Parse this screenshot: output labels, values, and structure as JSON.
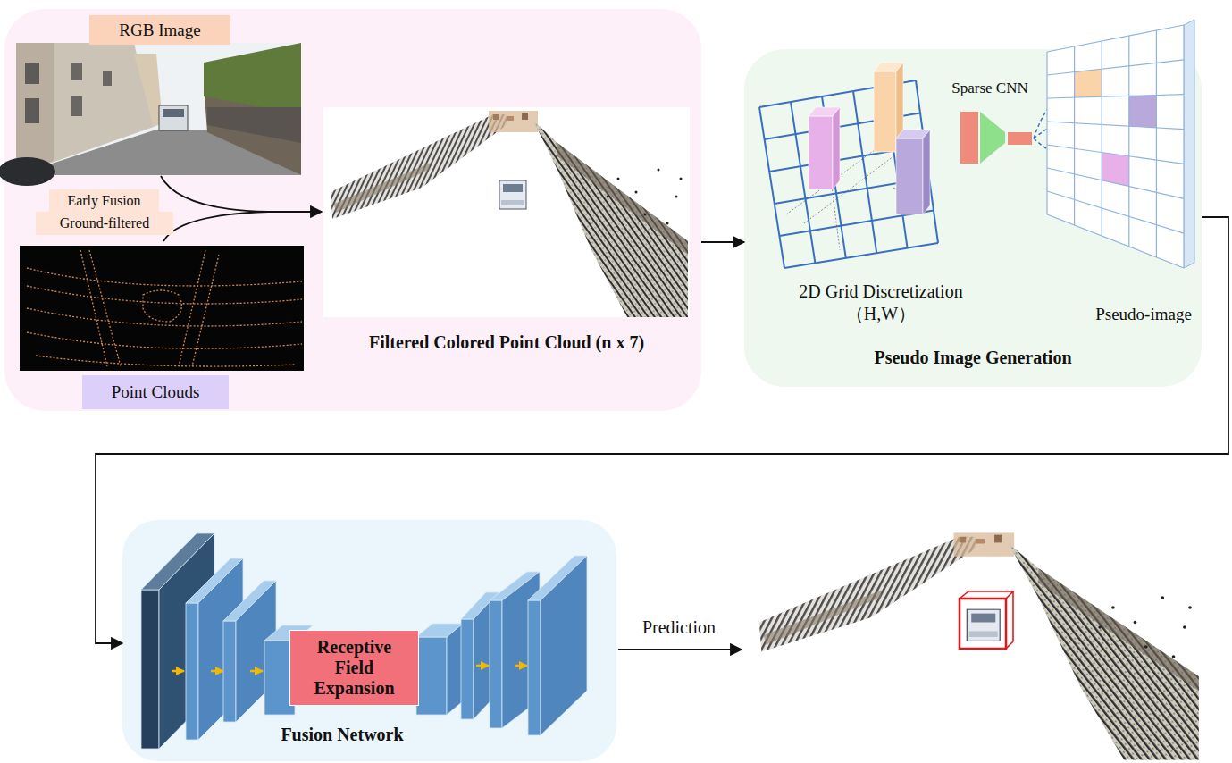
{
  "diagram": {
    "nodes": [
      {
        "text": [
          "Filtered Colored Point Cloud (n x 7)"
        ]
      },
      {
        "text": [
          "RGB Image"
        ],
        "in": 0
      },
      {
        "text": [
          "Early Fusion"
        ],
        "in": 0
      },
      {
        "text": [
          "Ground-filtered"
        ],
        "in": 0
      },
      {
        "text": [
          "Point Clouds"
        ],
        "in": 0
      },
      {
        "text": [
          "Pseudo Image Generation"
        ]
      },
      {
        "text": [
          "Fusion Network"
        ]
      },
      {
        "text": [
          "Receptive Field Expansion"
        ],
        "in": 6
      }
    ],
    "edges": [
      {
        "from": 0,
        "to": 5,
        "arrow": "to"
      },
      {
        "from": 5,
        "to": 6,
        "arrow": "to"
      }
    ],
    "labels": [
      "Sparse CNN",
      "2D Grid Discretization （H,W）",
      "Pseudo-image",
      "Prediction"
    ]
  }
}
